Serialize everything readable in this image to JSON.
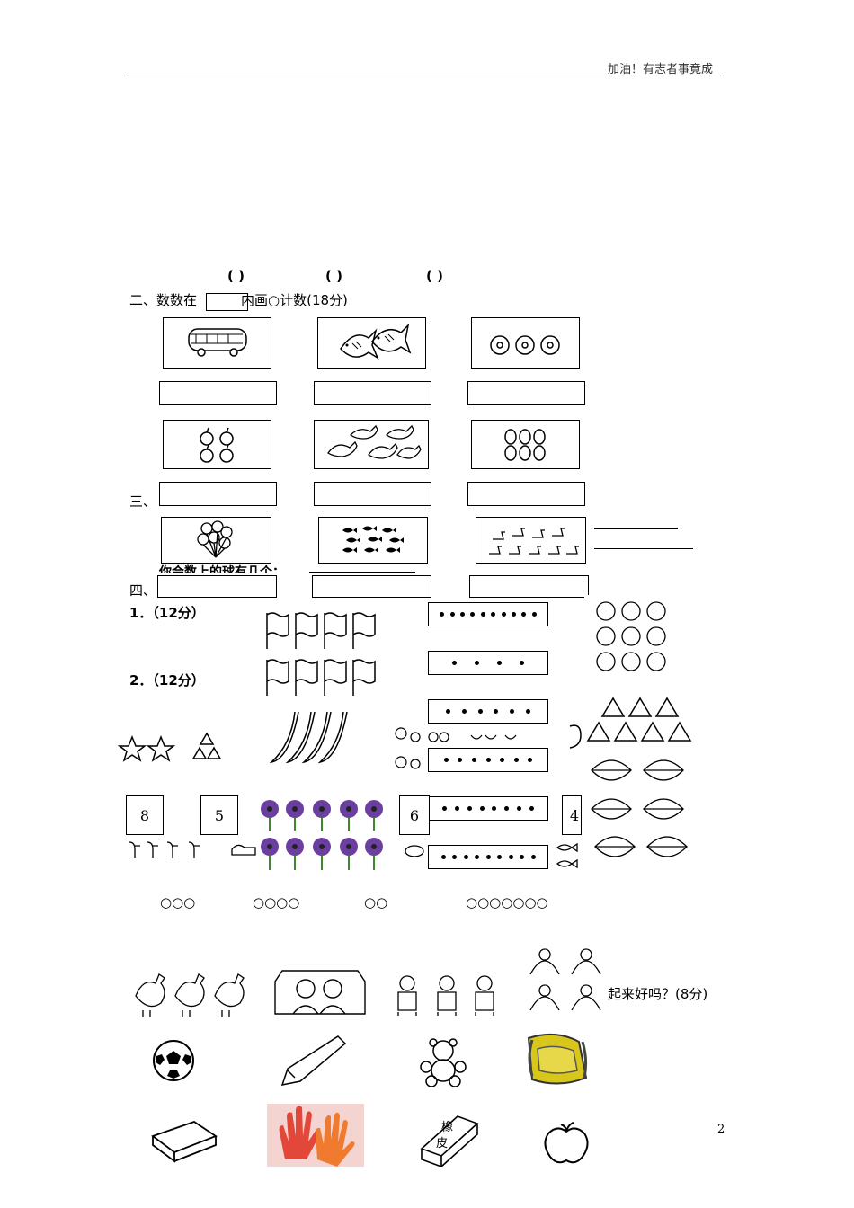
{
  "header": {
    "text": "加油！有志者事竟成"
  },
  "page_number": "2",
  "section1": {
    "parens": [
      "( )",
      "( )",
      "( )"
    ]
  },
  "section2": {
    "title_part1": "二、数数在",
    "title_part2": "内画○计数(18分)"
  },
  "section3": {
    "marker": "三、",
    "partial_text": "你会数上的球有几个："
  },
  "section4": {
    "marker": "四、",
    "q1": "1．（12分）",
    "q2": "2．（12分）",
    "number_cards": [
      "8",
      "5",
      "6",
      "4"
    ],
    "circle_answers": [
      "○○○",
      "○○○○",
      "○○",
      "○○○○○○○"
    ],
    "dot_rows": [
      10,
      4,
      6,
      7,
      8,
      9
    ]
  },
  "section5": {
    "partial_title": "起来好吗？(8分)"
  },
  "icons": {
    "bus": "bus-icon",
    "fish": "fish-icon",
    "flower": "flower-icon",
    "apple": "apple-icon",
    "chicken": "chicken-icon",
    "egg": "egg-icon",
    "balloon": "balloon-icon",
    "duck": "duck-icon",
    "flag": "flag-icon",
    "star": "star-icon",
    "triangle": "triangle-icon",
    "banana": "banana-icon",
    "leaf": "leaf-icon",
    "ball": "soccer-ball-icon",
    "pencil": "pencil-icon",
    "bear": "teddy-bear-icon",
    "bag": "backpack-icon",
    "pencil_case": "pencil-case-icon",
    "gloves": "gloves-icon",
    "eraser": "eraser-icon"
  },
  "eraser_label": [
    "橡",
    "皮"
  ]
}
